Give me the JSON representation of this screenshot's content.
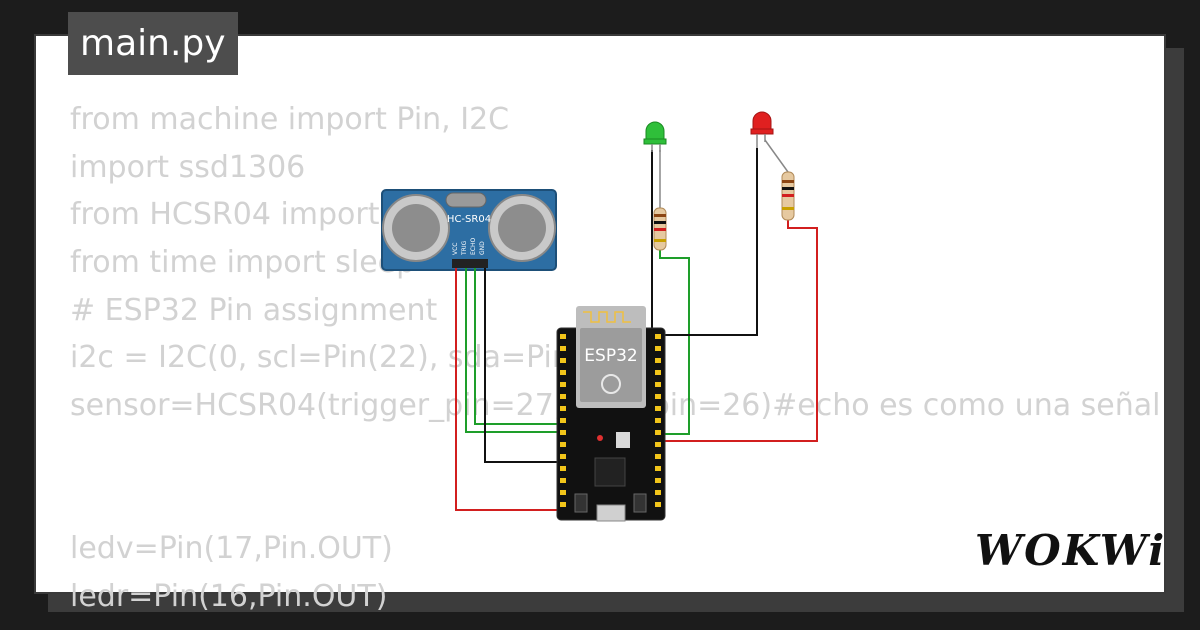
{
  "tab": {
    "filename": "main.py"
  },
  "code": {
    "lines": [
      "from machine import Pin, I2C",
      "import ssd1306",
      "from HCSR04 import HCSR04",
      "from time import sleep",
      "# ESP32 Pin assignment",
      "i2c = I2C(0, scl=Pin(22), sda=Pin(21))",
      "sensor=HCSR04(trigger_pin=27,echo_pin=26)#echo es como una señal",
      "",
      "",
      "ledv=Pin(17,Pin.OUT)",
      "ledr=Pin(16,Pin.OUT)"
    ]
  },
  "diagram": {
    "sensor_label": "HC-SR04",
    "sensor_pins": [
      "VCC",
      "TRIG",
      "ECHO",
      "GND"
    ],
    "board_label": "ESP32",
    "wire_colors": {
      "red": "#d21f1f",
      "green": "#1e9e2a",
      "black": "#111111"
    },
    "led_green_color": "#2fbf3a",
    "led_red_color": "#e02020"
  },
  "brand": {
    "name": "WOKWi"
  }
}
